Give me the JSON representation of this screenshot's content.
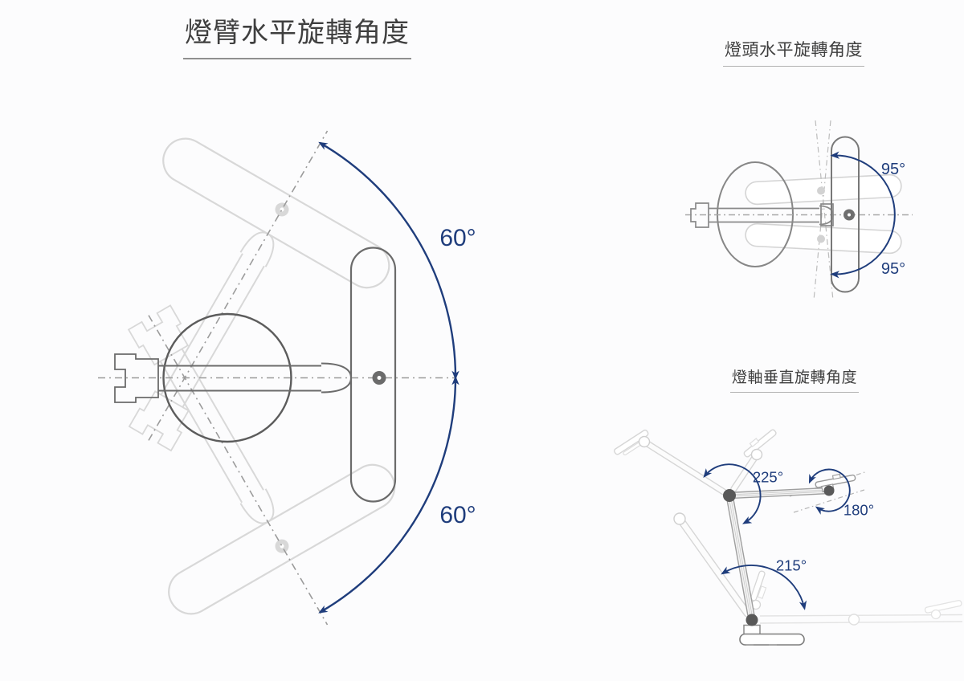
{
  "colors": {
    "accent_navy": "#1f3d7c",
    "dark_line": "#6b6b6b",
    "ghost_line": "#d6d6d6",
    "title_text": "#3f3f3f"
  },
  "diagrams": {
    "arm_horizontal": {
      "title": "燈臂水平旋轉角度",
      "angle_up": "60°",
      "angle_down": "60°"
    },
    "head_horizontal": {
      "title": "燈頭水平旋轉角度",
      "angle_up": "95°",
      "angle_down": "95°"
    },
    "axis_vertical": {
      "title": "燈軸垂直旋轉角度",
      "angle_elbow": "225°",
      "angle_head": "180°",
      "angle_base": "215°"
    }
  }
}
